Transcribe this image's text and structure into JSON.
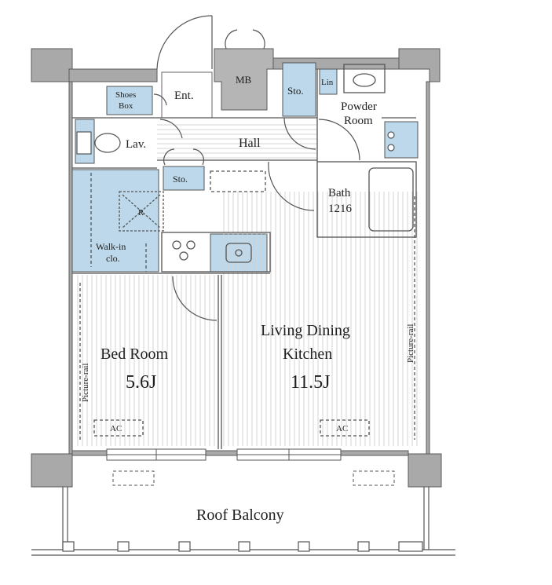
{
  "rooms": {
    "entrance": "Ent.",
    "mb": "MB",
    "storage_top": "Sto.",
    "linen": "Lin",
    "powder_room_line1": "Powder",
    "powder_room_line2": "Room",
    "shoes_box_line1": "Shoes",
    "shoes_box_line2": "Box",
    "lavatory": "Lav.",
    "hall": "Hall",
    "storage_mid": "Sto.",
    "bath_line1": "Bath",
    "bath_line2": "1216",
    "refrigerator": "R",
    "walk_in_line1": "Walk-in",
    "walk_in_line2": "clo.",
    "bed_room": "Bed Room",
    "bed_room_size": "5.6J",
    "ldk_line1": "Living Dining",
    "ldk_line2": "Kitchen",
    "ldk_size": "11.5J",
    "picture_rail_left": "Picture-rail",
    "picture_rail_right": "Picture-rail",
    "ac_left": "AC",
    "ac_right": "AC",
    "roof_balcony": "Roof Balcony"
  },
  "colors": {
    "wall": "#a9a9a9",
    "wall_edge": "#5a5a5a",
    "wet_area": "#bcd8ea",
    "floor_stripe": "#d2d2d2",
    "line": "#555555"
  }
}
